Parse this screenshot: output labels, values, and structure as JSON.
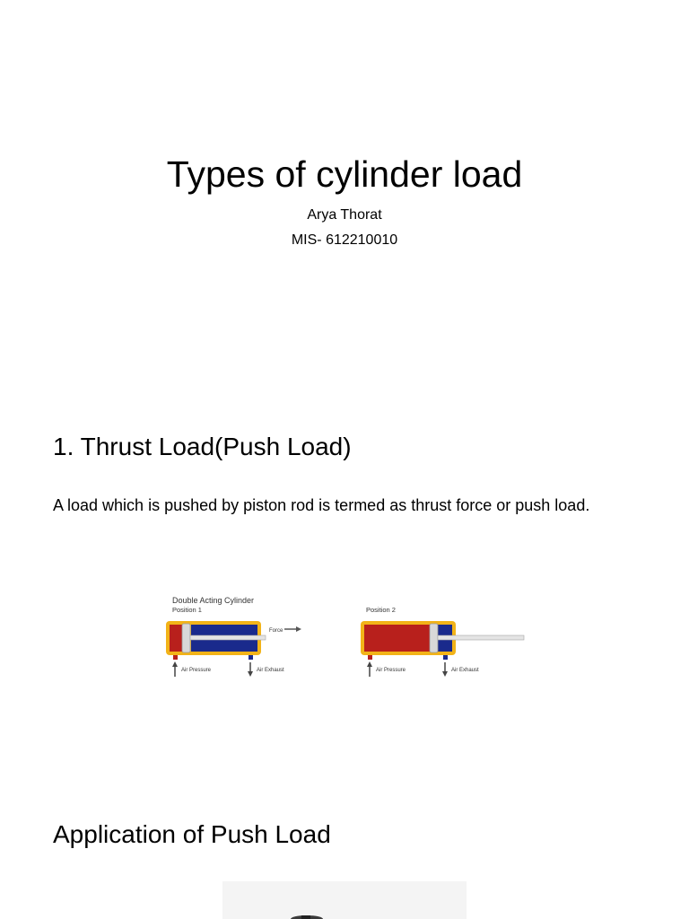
{
  "slide1": {
    "title": "Types of cylinder load",
    "author": "Arya Thorat",
    "mis": "MIS- 612210010"
  },
  "slide2": {
    "heading": "1. Thrust Load(Push Load)",
    "body": "A load which is pushed by piston rod is termed as thrust force or push load.",
    "diagram": {
      "title": "Double Acting Cylinder",
      "position1_label": "Position 1",
      "position2_label": "Position 2",
      "force_label": "Force",
      "air_pressure_label": "Air Pressure",
      "air_exhaust_label": "Air Exhaust",
      "colors": {
        "pressure_chamber": "#b8201c",
        "exhaust_chamber": "#1a2a8c",
        "casing": "#f2b318",
        "piston": "#d8d8d8"
      }
    }
  },
  "slide3": {
    "heading": "Application of Push Load"
  }
}
